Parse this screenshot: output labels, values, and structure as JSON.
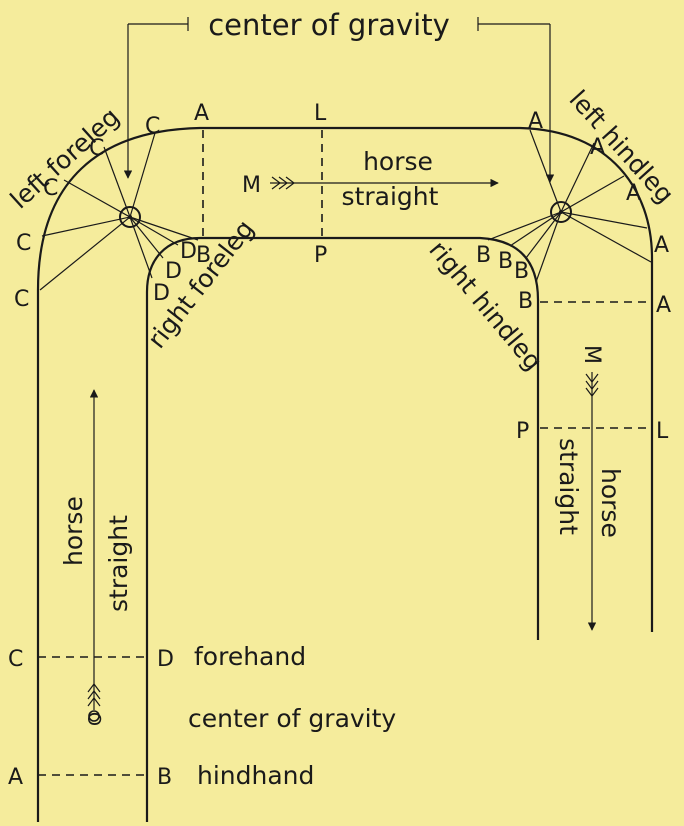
{
  "title": "center of gravity",
  "legend": {
    "forehand": "forehand",
    "center": "center of gravity",
    "hindhand": "hindhand"
  },
  "travel_label": {
    "line1": "horse",
    "line2": "straight"
  },
  "leg_labels": {
    "left_foreleg": "left foreleg",
    "right_foreleg": "right foreleg",
    "left_hindleg": "left hindleg",
    "right_hindleg": "right hindleg"
  },
  "points": {
    "A": "A",
    "B": "B",
    "C": "C",
    "D": "D",
    "L": "L",
    "P": "P",
    "M": "M",
    "O": "O"
  },
  "colors": {
    "background": "#f5ec9c",
    "ink": "#1a1a1a"
  }
}
